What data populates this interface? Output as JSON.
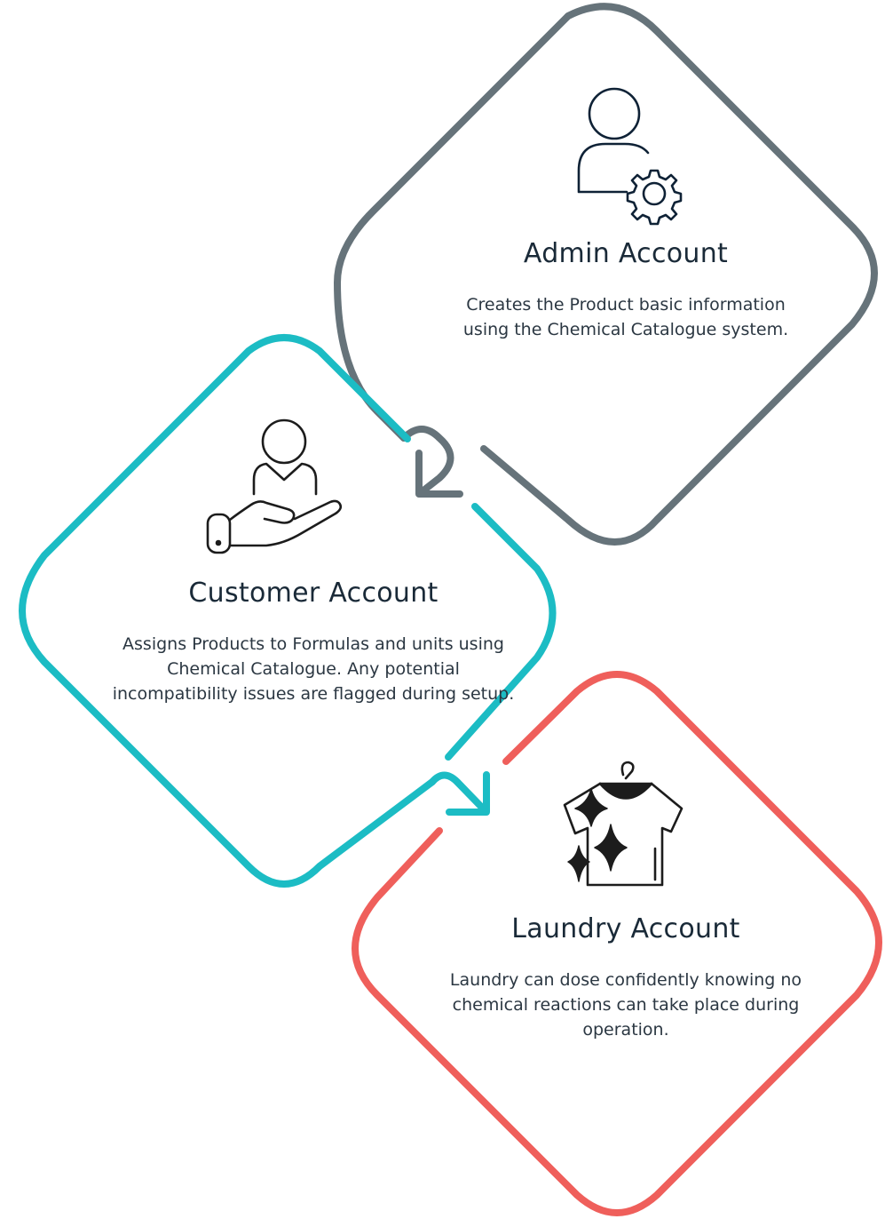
{
  "colors": {
    "admin": "#66737a",
    "customer": "#1cbcc4",
    "laundry": "#ef5f5b",
    "icon": "#0f2236"
  },
  "steps": [
    {
      "title": "Admin Account",
      "description": "Creates the Product basic information using the Chemical Catalogue system.",
      "icon": "user-gear-icon"
    },
    {
      "title": "Customer Account",
      "description": "Assigns Products to Formulas and units using Chemical Catalogue. Any potential incompatibility issues are flagged during setup.",
      "icon": "user-in-hand-icon"
    },
    {
      "title": "Laundry Account",
      "description": "Laundry can dose confidently knowing no chemical reactions can take place during operation.",
      "icon": "sparkling-shirt-icon"
    }
  ]
}
